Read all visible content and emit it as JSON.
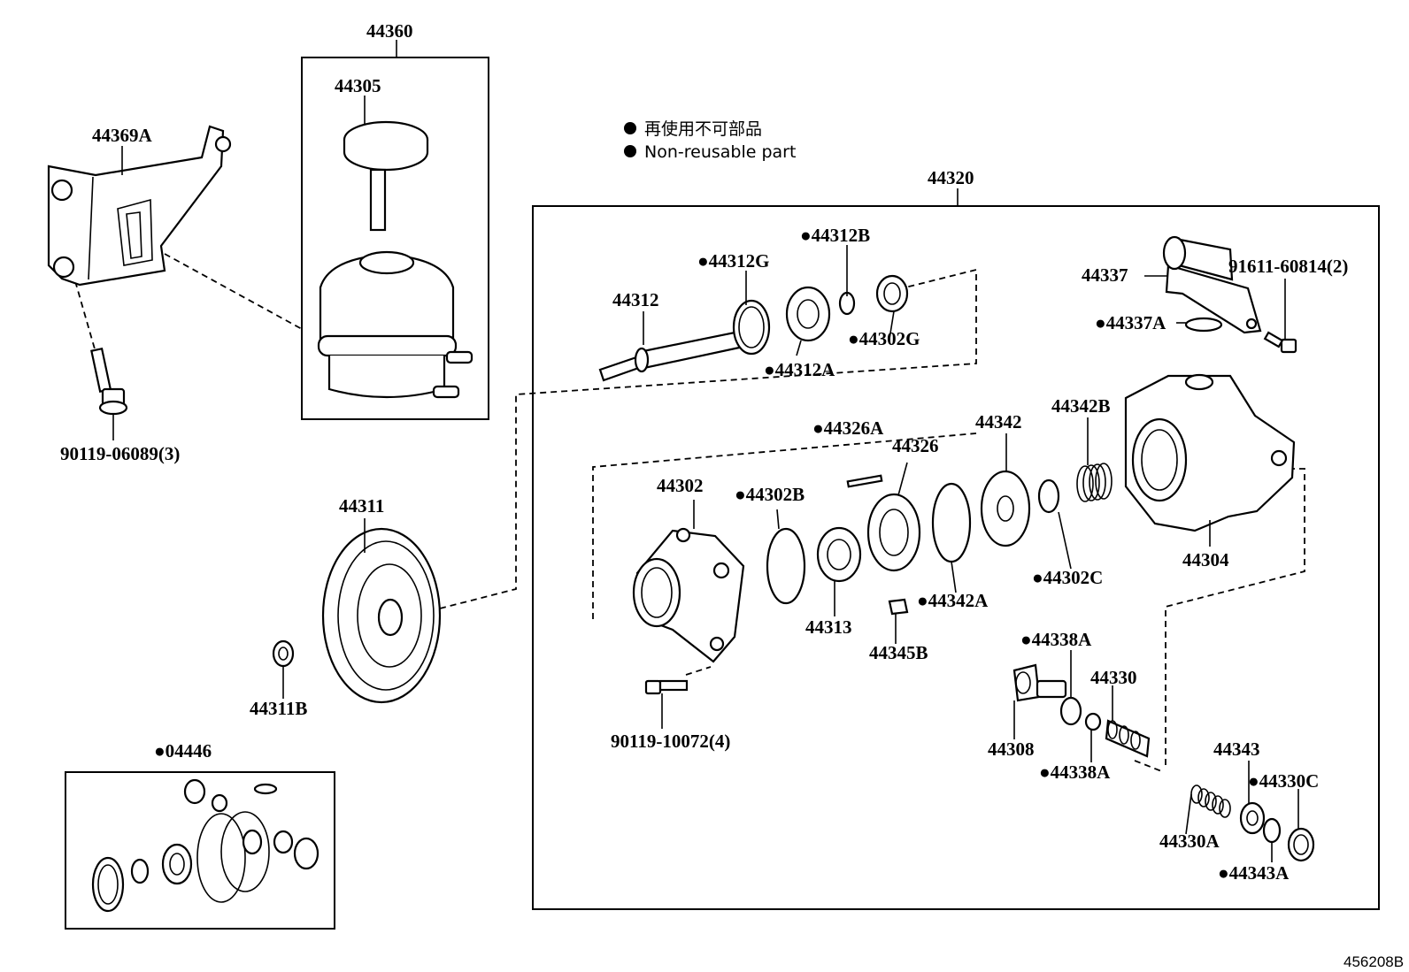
{
  "legend": {
    "japanese": "再使用不可部品",
    "english": "Non-reusable part"
  },
  "diagram_ref": "456208B",
  "labels": {
    "p44360": "44360",
    "p44305": "44305",
    "p44369A": "44369A",
    "p90119_06089": "90119-06089(3)",
    "p44311": "44311",
    "p44311B": "44311B",
    "p04446": "●04446",
    "p44320": "44320",
    "p44312": "44312",
    "p44312G": "●44312G",
    "p44312B": "●44312B",
    "p44312A": "●44312A",
    "p44302G": "●44302G",
    "p44337": "44337",
    "p91611": "91611-60814(2)",
    "p44337A": "●44337A",
    "p44326A": "●44326A",
    "p44326": "44326",
    "p44342": "44342",
    "p44342B": "44342B",
    "p44302": "44302",
    "p44302B": "●44302B",
    "p44313": "44313",
    "p44345B": "44345B",
    "p44342A": "●44342A",
    "p44302C": "●44302C",
    "p44304": "44304",
    "p90119_10072": "90119-10072(4)",
    "p44338A_top": "●44338A",
    "p44330": "44330",
    "p44308": "44308",
    "p44338A_bot": "●44338A",
    "p44343": "44343",
    "p44330C": "●44330C",
    "p44330A": "44330A",
    "p44343A": "●44343A"
  }
}
